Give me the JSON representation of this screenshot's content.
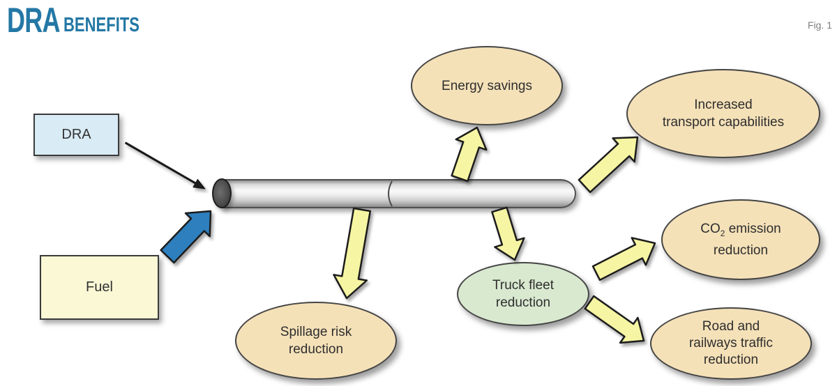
{
  "figure": {
    "title_main": "DRA",
    "title_sub": "BENEFITS",
    "fig_label": "Fig. 1"
  },
  "colors": {
    "title": "#2478a5",
    "fig_label": "#7d7d7d",
    "arrow_yellow": "#f6f5a3",
    "arrow_blue": "#2d7fbe",
    "arrow_outline": "#1c1c1c",
    "thin_arrow": "#1a1a1a",
    "box_dra_fill": "#d9ebf4",
    "box_fuel_fill": "#faf8d5",
    "ellipse_tan_fill": "#f5e1b8",
    "ellipse_green_fill": "#d9e9d0",
    "pipe_joint": "#4a4a4a"
  },
  "nodes": {
    "dra": {
      "label": "DRA"
    },
    "fuel": {
      "label": "Fuel"
    },
    "energy": {
      "line1": "Energy savings"
    },
    "transport": {
      "line1": "Increased",
      "line2": "transport capabilities"
    },
    "spillage": {
      "line1": "Spillage risk",
      "line2": "reduction"
    },
    "truck": {
      "line1": "Truck fleet",
      "line2": "reduction"
    },
    "co2": {
      "pre": "CO",
      "sub": "2",
      "post": "emission",
      "line2": "reduction"
    },
    "road": {
      "line1": "Road and",
      "line2": "railways traffic",
      "line3": "reduction"
    }
  }
}
